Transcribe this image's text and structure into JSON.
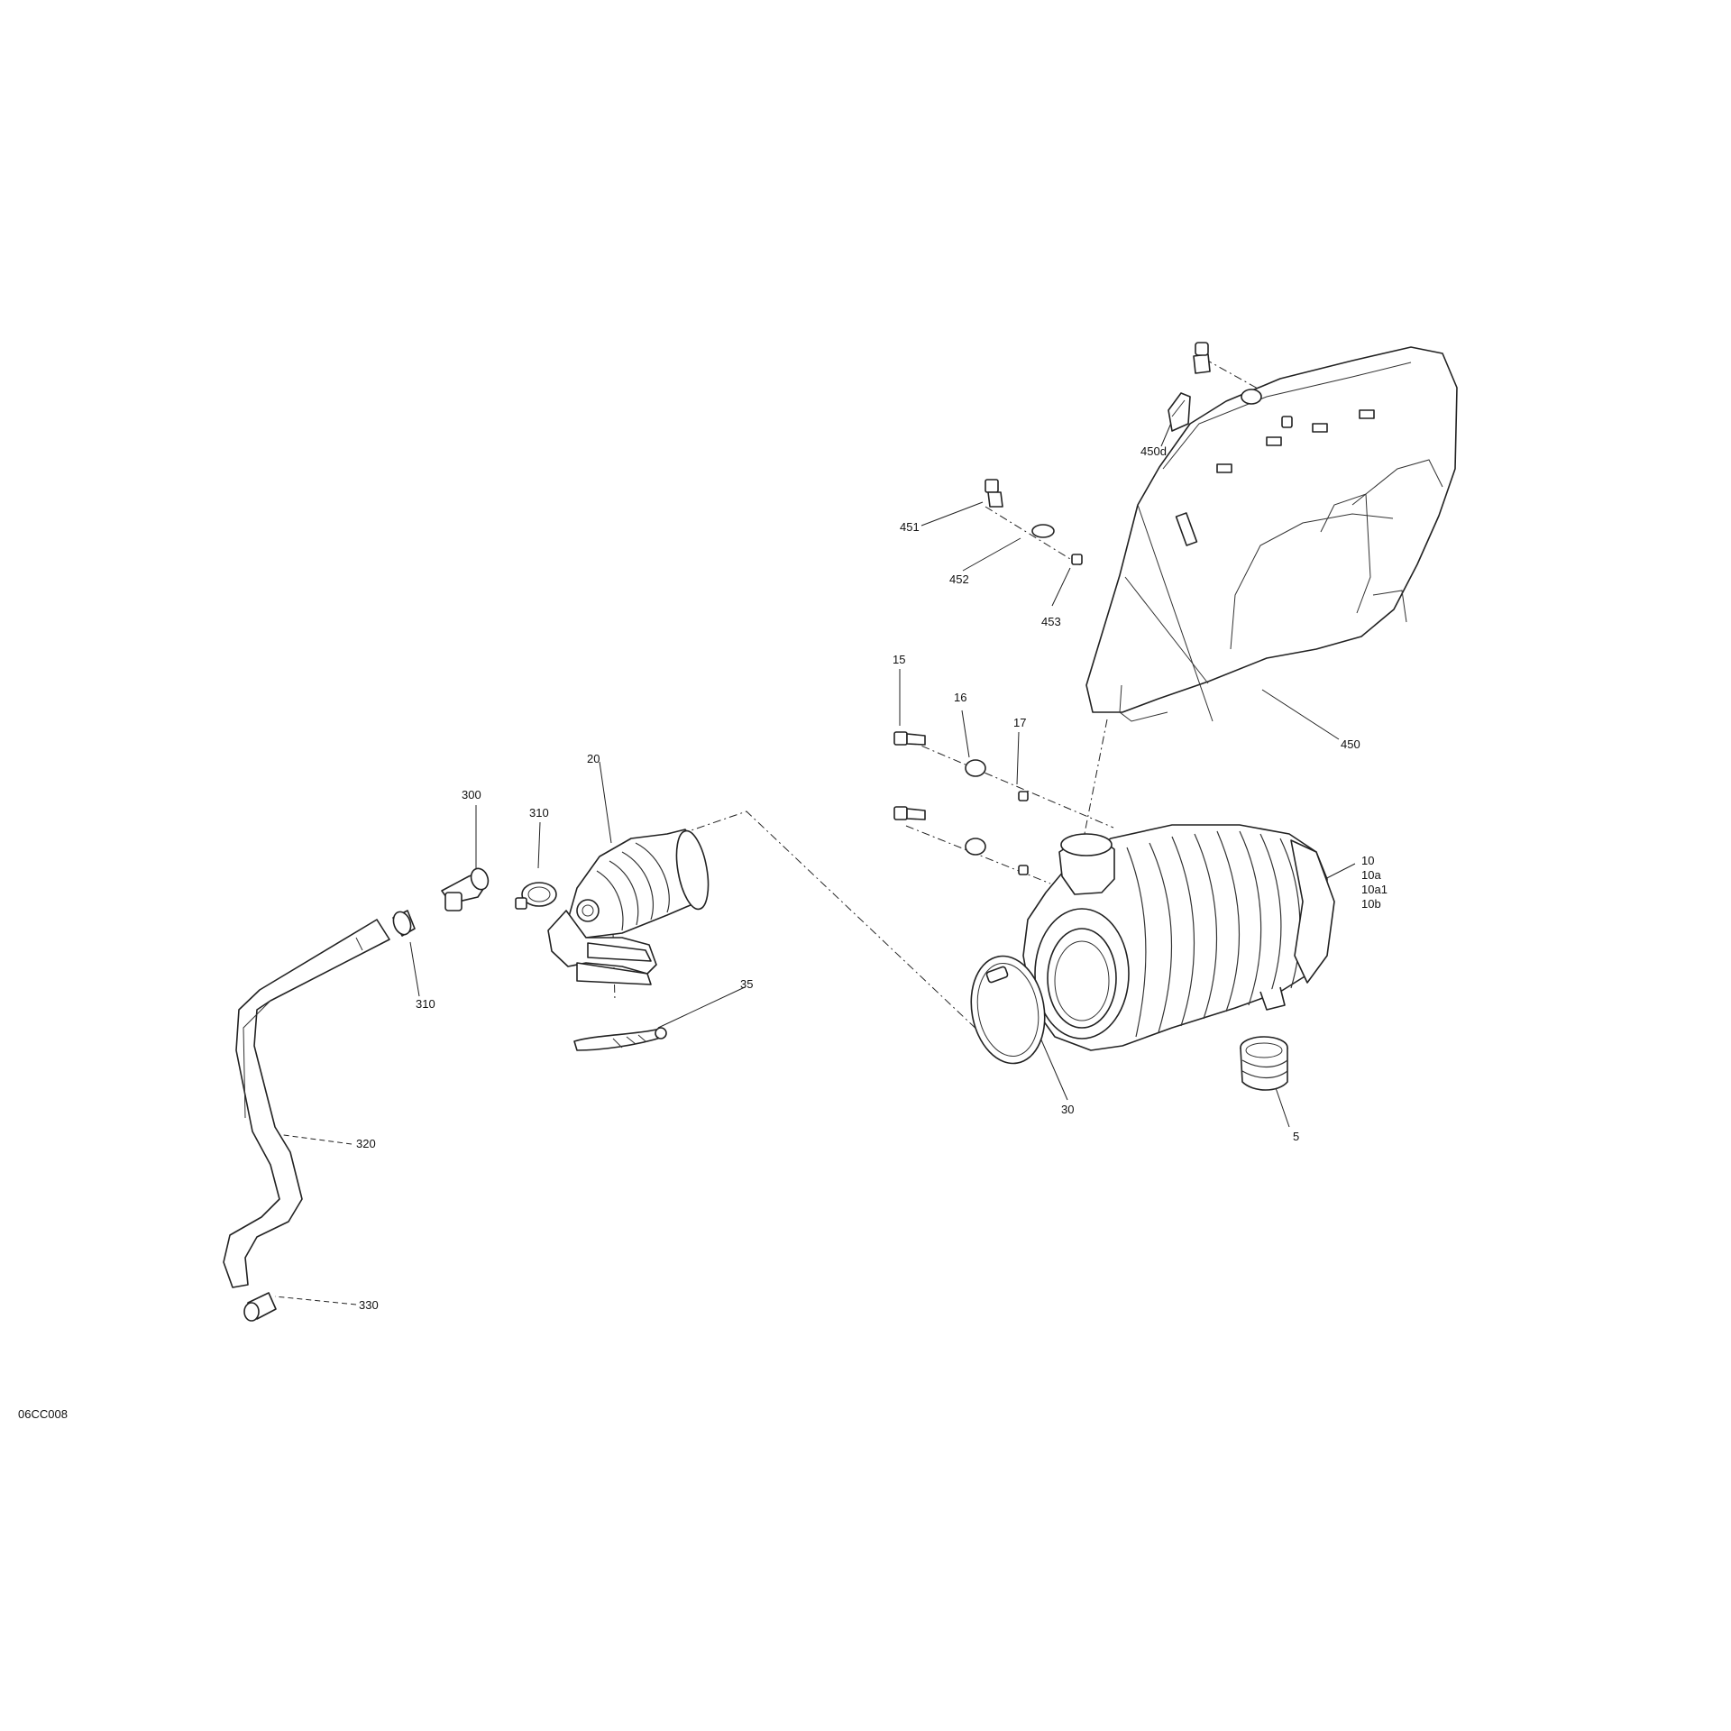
{
  "figure_code": "06CC008",
  "callouts": {
    "c450d": "450d",
    "c451": "451",
    "c452": "452",
    "c453": "453",
    "c450": "450",
    "c15": "15",
    "c16": "16",
    "c17": "17",
    "c20": "20",
    "c300": "300",
    "c310a": "310",
    "c310b": "310",
    "c35": "35",
    "c10": "10",
    "c10a": "10a",
    "c10a1": "10a1",
    "c10b": "10b",
    "c30": "30",
    "c5": "5",
    "c320": "320",
    "c330": "330"
  }
}
